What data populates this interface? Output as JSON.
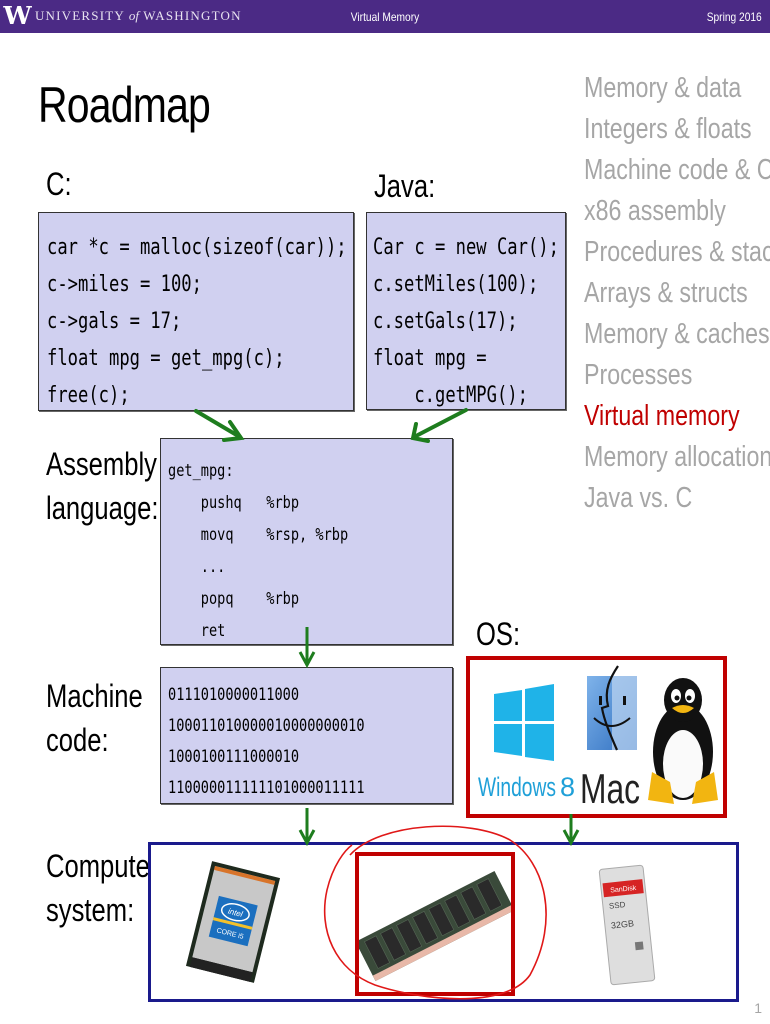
{
  "header": {
    "logo_mark": "W",
    "university_pre": "UNIVERSITY ",
    "university_of": "of",
    "university_post": " WASHINGTON",
    "course_topic": "Virtual Memory",
    "term": "Spring 2016"
  },
  "title": "Roadmap",
  "roadmap": {
    "items": [
      {
        "label": "Memory & data",
        "active": false
      },
      {
        "label": "Integers & floats",
        "active": false
      },
      {
        "label": "Machine code & C",
        "active": false
      },
      {
        "label": "x86 assembly",
        "active": false
      },
      {
        "label": "Procedures & stacks",
        "active": false
      },
      {
        "label": "Arrays & structs",
        "active": false
      },
      {
        "label": "Memory & caches",
        "active": false
      },
      {
        "label": "Processes",
        "active": false
      },
      {
        "label": "Virtual memory",
        "active": true
      },
      {
        "label": "Memory allocation",
        "active": false
      },
      {
        "label": "Java vs. C",
        "active": false
      }
    ],
    "active_color": "#c00000",
    "inactive_color": "#a6a6a6"
  },
  "labels": {
    "c": "C:",
    "java": "Java:",
    "assembly_1": "Assembly",
    "assembly_2": "language:",
    "machine_1": "Machine",
    "machine_2": "code:",
    "os": "OS:",
    "computer_1": "Computer",
    "computer_2": "system:"
  },
  "code": {
    "c_lines": [
      "car *c = malloc(sizeof(car));",
      "c->miles = 100;",
      "c->gals = 17;",
      "float mpg = get_mpg(c);",
      "free(c);"
    ],
    "java_lines": [
      "Car c = new Car();",
      "c.setMiles(100);",
      "c.setGals(17);",
      "float mpg =",
      "    c.getMPG();"
    ],
    "asm_lines": [
      "get_mpg:",
      "    pushq   %rbp",
      "    movq    %rsp, %rbp",
      "    ...",
      "    popq    %rbp",
      "    ret"
    ],
    "machine_lines": [
      "0111010000011000",
      "100011010000010000000010",
      "1000100111000010",
      "110000011111101000011111"
    ]
  },
  "os": {
    "windows_label": "Windows",
    "windows_version": "8",
    "mac_label": "Mac",
    "linux_icon": "tux-penguin-icon"
  },
  "hardware": {
    "cpu_brand": "intel",
    "cpu_model": "CORE i5",
    "ram_label": "memory-module",
    "ssd_brand": "SanDisk",
    "ssd_type": "SSD",
    "ssd_capacity": "32GB"
  },
  "colors": {
    "header_purple": "#4b2a85",
    "code_box_fill": "#d0d0f0",
    "arrow_green": "#1e7d1e",
    "highlight_red": "#c00000",
    "system_blue": "#1a1a8c"
  },
  "page_number": "1"
}
